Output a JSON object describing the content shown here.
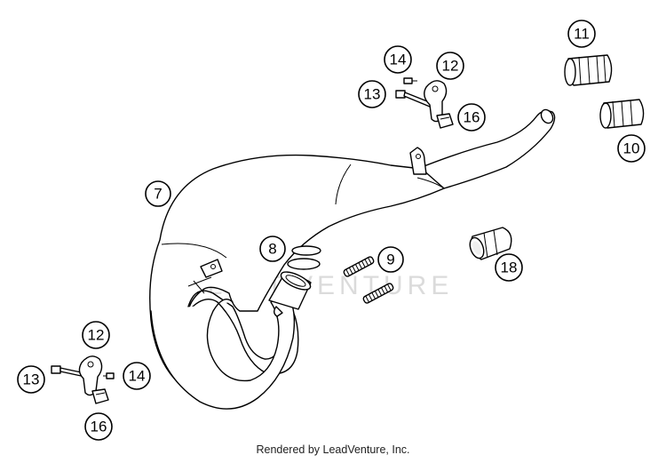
{
  "callouts": {
    "c7": "7",
    "c8": "8",
    "c9": "9",
    "c10": "10",
    "c11": "11",
    "c12_top": "12",
    "c13_top": "13",
    "c14_top": "14",
    "c16_top": "16",
    "c12_bottom": "12",
    "c13_bottom": "13",
    "c14_bottom": "14",
    "c16_bottom": "16",
    "c18": "18"
  },
  "watermark": "LEADVENTURE",
  "credit": "Rendered by LeadVenture, Inc."
}
